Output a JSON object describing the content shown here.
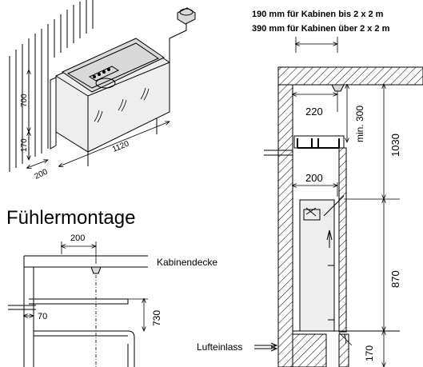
{
  "notes": {
    "line1": "190 mm   für Kabinen bis 2 x 2 m",
    "line2": "390 mm   für Kabinen über 2 x 2 m"
  },
  "heater": {
    "dim_700": "700",
    "dim_170": "170",
    "dim_200": "200",
    "dim_1120": "1120"
  },
  "section": {
    "title": "Fühlermontage",
    "dim_200": "200",
    "label_ceiling": "Kabinendecke",
    "dim_70": "70",
    "dim_730": "730"
  },
  "side": {
    "dim_220": "220",
    "dim_min300": "min. 300",
    "dim_1030": "1030",
    "dim_200": "200",
    "dim_870": "870",
    "dim_170": "170",
    "label_inlet": "Lufteinlass"
  }
}
